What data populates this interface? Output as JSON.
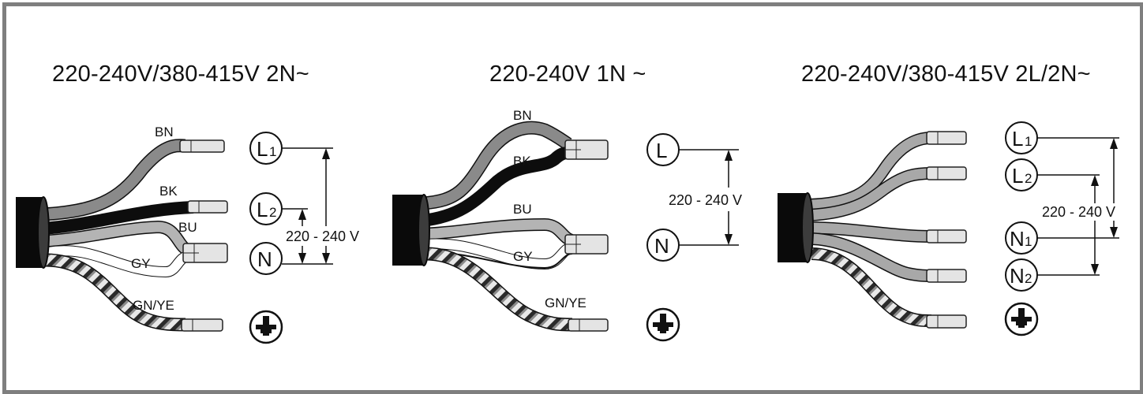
{
  "panels": [
    {
      "title": "220-240V/380-415V 2N~",
      "wires": [
        {
          "label": "BN",
          "shade": "#8a8a8a"
        },
        {
          "label": "BK",
          "shade": "#0d0d0d"
        },
        {
          "label": "BU",
          "shade": "#b4b4b4"
        },
        {
          "label": "GY",
          "shade": "#ffffff"
        },
        {
          "label": "GN/YE",
          "shade": "striped"
        }
      ],
      "terminals": [
        {
          "main": "L",
          "sub": "1"
        },
        {
          "main": "L",
          "sub": "2"
        },
        {
          "main": "N",
          "sub": ""
        },
        {
          "main": "earth",
          "sub": ""
        }
      ],
      "voltage_label": "220 - 240 V"
    },
    {
      "title": "220-240V 1N ~",
      "wires": [
        {
          "label": "BN",
          "shade": "#8a8a8a"
        },
        {
          "label": "BK",
          "shade": "#0d0d0d"
        },
        {
          "label": "BU",
          "shade": "#b4b4b4"
        },
        {
          "label": "GY",
          "shade": "#ffffff"
        },
        {
          "label": "GN/YE",
          "shade": "striped"
        }
      ],
      "terminals": [
        {
          "main": "L",
          "sub": ""
        },
        {
          "main": "N",
          "sub": ""
        },
        {
          "main": "earth",
          "sub": ""
        }
      ],
      "voltage_label": "220 - 240 V"
    },
    {
      "title": "220-240V/380-415V 2L/2N~",
      "wires": [
        {
          "label": "",
          "shade": "#a8a8a8"
        },
        {
          "label": "",
          "shade": "#a8a8a8"
        },
        {
          "label": "",
          "shade": "#a8a8a8"
        },
        {
          "label": "",
          "shade": "#a8a8a8"
        },
        {
          "label": "",
          "shade": "striped"
        }
      ],
      "terminals": [
        {
          "main": "L",
          "sub": "1"
        },
        {
          "main": "L",
          "sub": "2"
        },
        {
          "main": "N",
          "sub": "1"
        },
        {
          "main": "N",
          "sub": "2"
        },
        {
          "main": "earth",
          "sub": ""
        }
      ],
      "voltage_label": "220 - 240 V"
    }
  ],
  "colors": {
    "frame": "#7f7f7f",
    "sheath": "#0a0a0a",
    "ferrule": "#e4e4e4",
    "line": "#111111"
  }
}
